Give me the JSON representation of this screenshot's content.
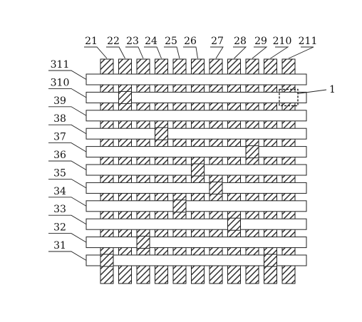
{
  "warp_labels": [
    "21",
    "22",
    "23",
    "24",
    "25",
    "26",
    "27",
    "28",
    "29",
    "210",
    "211"
  ],
  "weft_labels": [
    "311",
    "310",
    "39",
    "38",
    "37",
    "36",
    "35",
    "34",
    "33",
    "32",
    "31"
  ],
  "callout_label": "1",
  "weave_over": [
    [],
    [
      1
    ],
    [],
    [
      3
    ],
    [
      8
    ],
    [
      5
    ],
    [
      6
    ],
    [
      4
    ],
    [
      7
    ],
    [
      2
    ],
    [
      9
    ],
    [
      0
    ]
  ],
  "callout_cell": {
    "weft": 1,
    "warp": 10
  },
  "colors": {
    "stroke": "#222222",
    "fill": "#ffffff",
    "hatch": "#333333"
  }
}
